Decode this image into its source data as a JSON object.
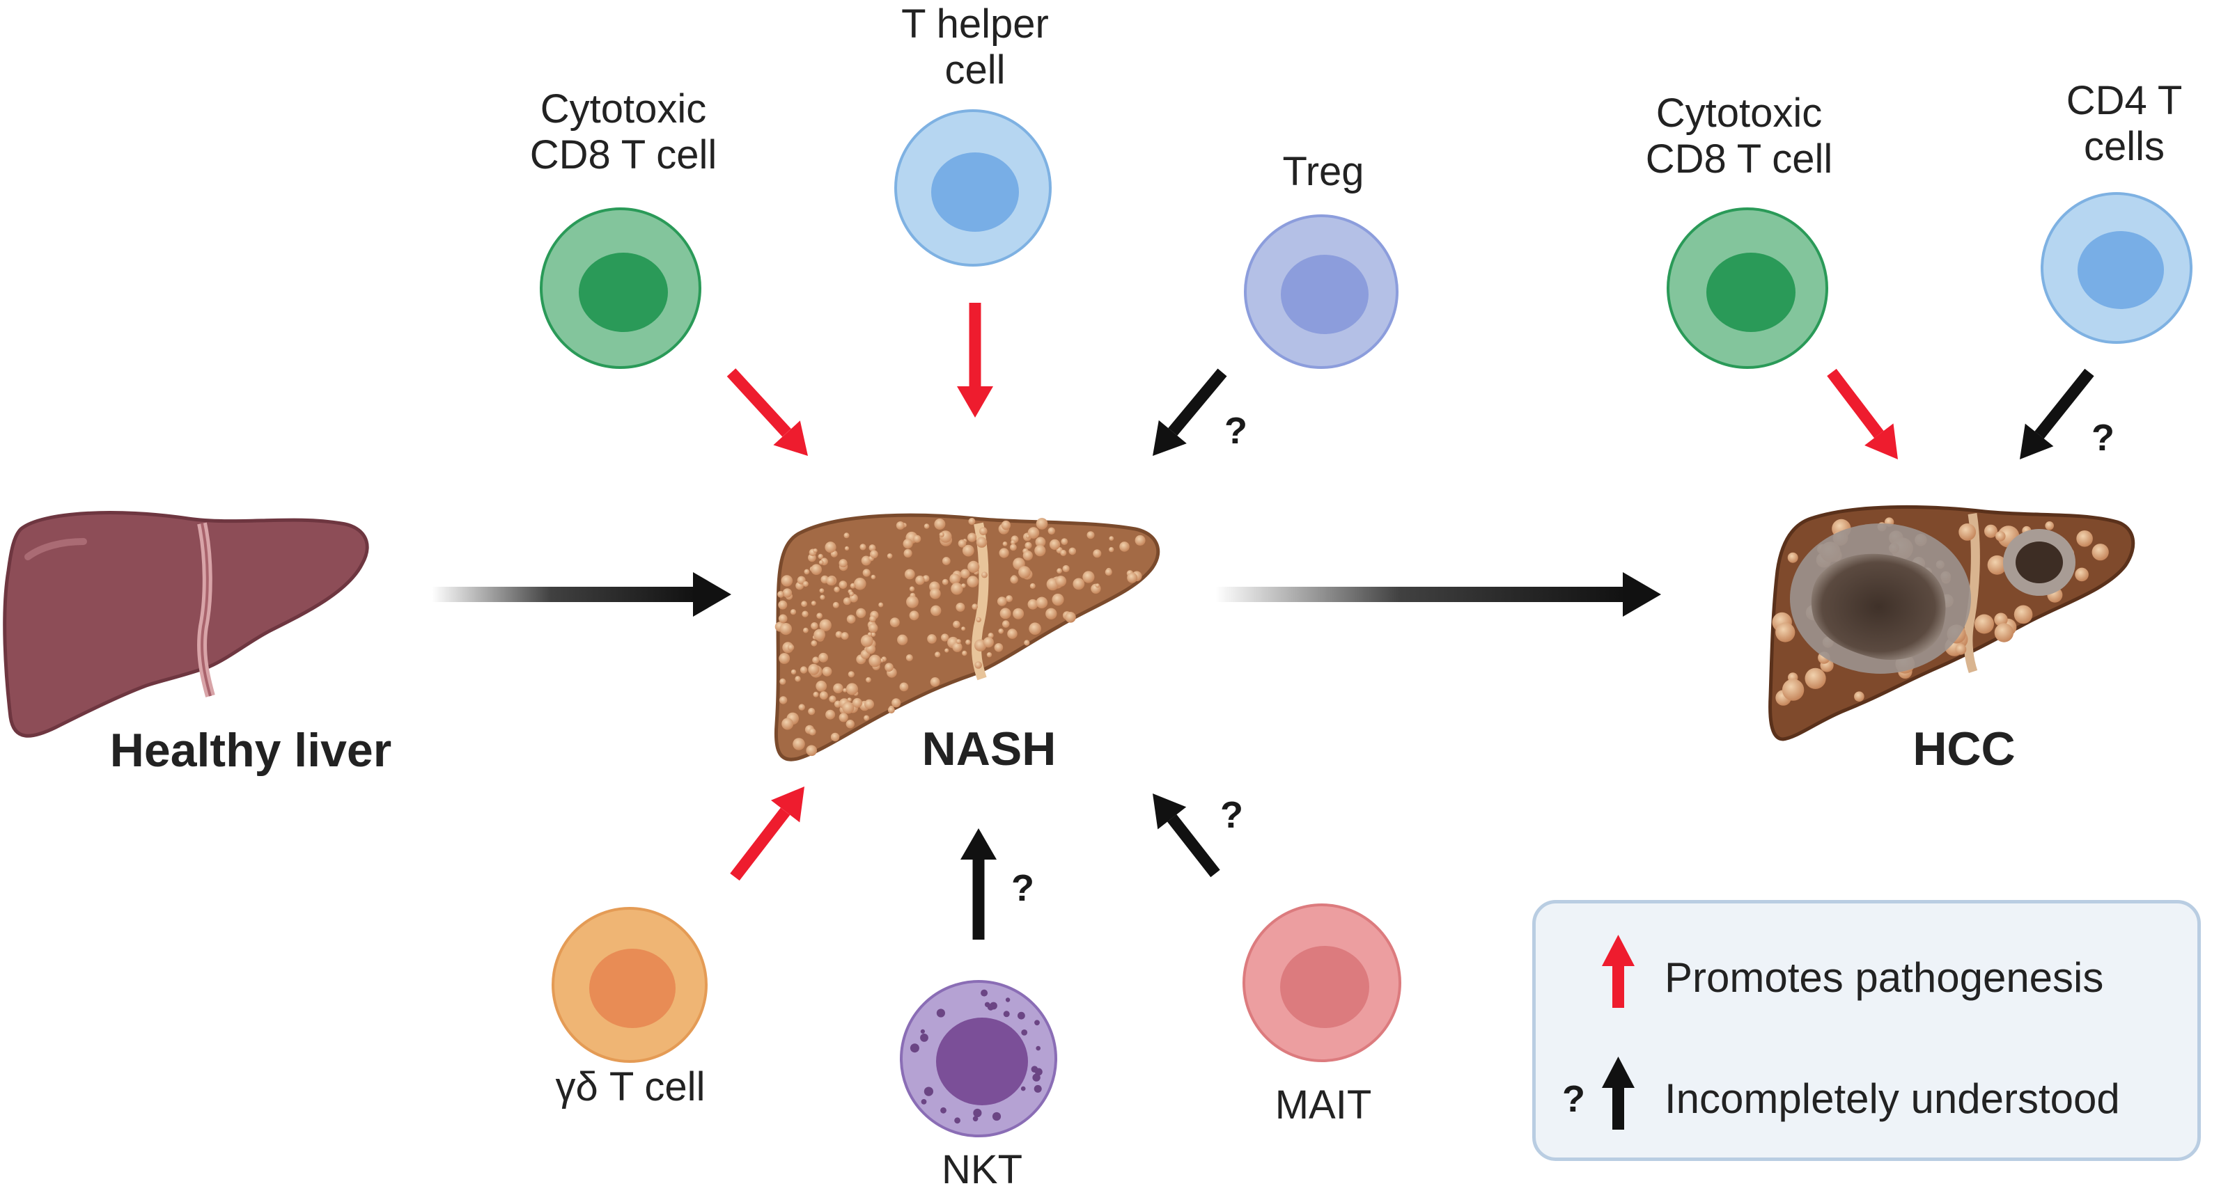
{
  "cells": {
    "ctl_nash": [
      "Cytotoxic",
      "CD8 T cell"
    ],
    "th": [
      "T helper",
      "cell"
    ],
    "treg": [
      "Treg"
    ],
    "ctl_hcc": [
      "Cytotoxic",
      "CD8 T cell"
    ],
    "cd4": [
      "CD4 T",
      "cells"
    ],
    "gd": [
      "γδ T cell"
    ],
    "nkt": [
      "NKT"
    ],
    "mait": [
      "MAIT"
    ]
  },
  "stages": {
    "healthy": "Healthy liver",
    "nash": "NASH",
    "hcc": "HCC"
  },
  "question_mark": "?",
  "legend": {
    "promotes": "Promotes pathogenesis",
    "incomplete": "Incompletely understood",
    "question": "?"
  },
  "colors": {
    "promote_arrow": "#ee1c2e",
    "unknown_arrow": "#111111",
    "ctl": "#2a9a58",
    "helper": "#78aee6",
    "treg": "#8c9ddc",
    "gd": "#e88c55",
    "nkt": "#7b4f98",
    "mait": "#dc7b7e"
  }
}
